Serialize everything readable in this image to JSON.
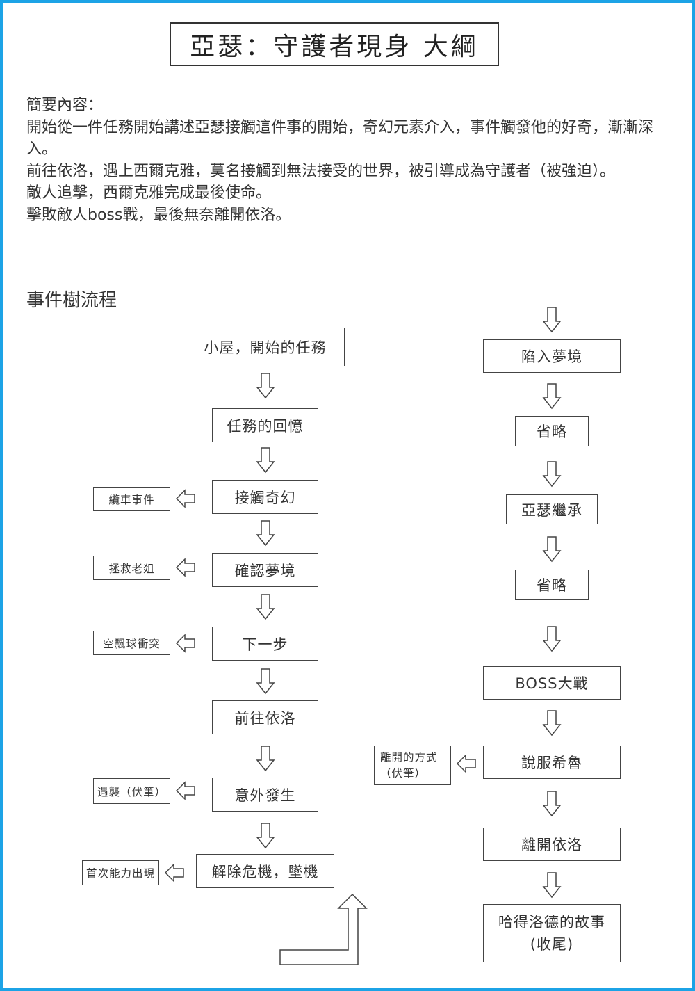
{
  "title": "亞瑟：守護者現身 大綱",
  "summary": {
    "heading": "簡要內容：",
    "lines": [
      "開始從一件任務開始講述亞瑟接觸這件事的開始，奇幻元素介入，事件觸發他的好奇，漸漸深入。",
      "前往依洛，遇上西爾克雅，莫名接觸到無法接受的世界，被引導成為守護者（被強迫）。",
      "敵人追擊，西爾克雅完成最後使命。",
      "擊敗敵人boss戰，最後無奈離開依洛。"
    ]
  },
  "section_title": "事件樹流程",
  "left_flow": [
    "小屋，開始的任務",
    "任務的回憶",
    "接觸奇幻",
    "確認夢境",
    "下一步",
    "前往依洛",
    "意外發生",
    "解除危機，墜機"
  ],
  "left_side": [
    "纜車事件",
    "拯救老爼",
    "空飄球衝突",
    "遇襲（伏筆）",
    "首次能力出現"
  ],
  "right_flow": [
    "陷入夢境",
    "省略",
    "亞瑟繼承",
    "省略",
    "BOSS大戰",
    "說服希魯",
    "離開依洛"
  ],
  "right_final": [
    "哈得洛德的故事",
    "(收尾)"
  ],
  "right_side": [
    "離開的方式",
    "（伏筆）"
  ],
  "colors": {
    "frame": "#1ca3e6",
    "line": "#444444",
    "text": "#333333"
  }
}
